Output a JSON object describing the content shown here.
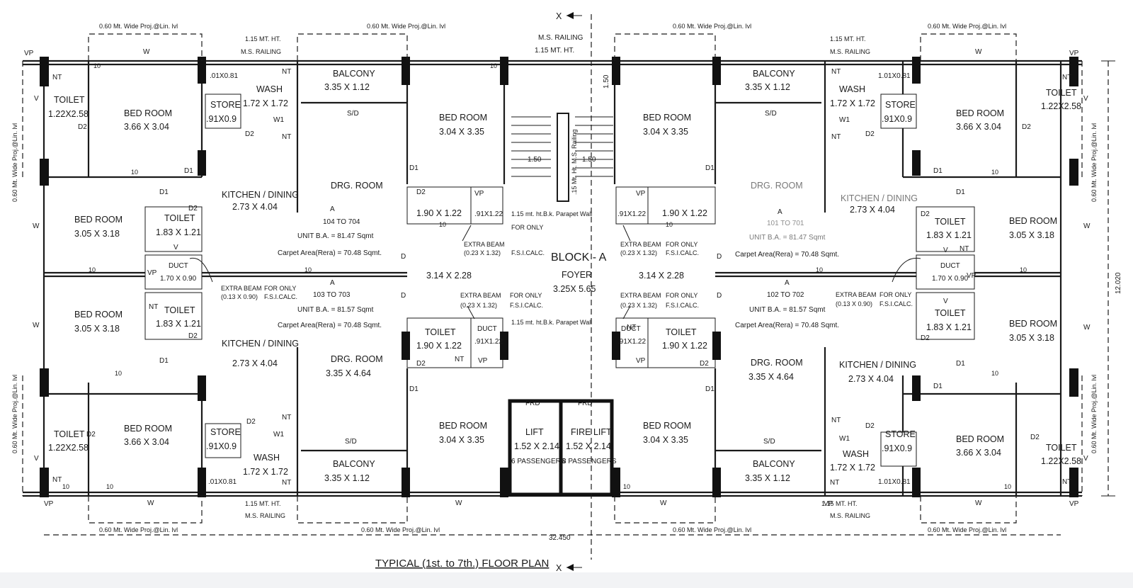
{
  "title": "TYPICAL (1st. to 7th.) FLOOR PLAN",
  "overall_width_dim": "32.450",
  "overall_depth_dim": "12.020",
  "section_marker": "X",
  "block": {
    "name": "BLOCK - A",
    "foyer_label": "FOYER",
    "foyer_size": "3.25X 5.65",
    "lobby_size": "3.14 X 2.28"
  },
  "core": {
    "lift_label": "LIFT",
    "lift_size": "1.52 X 2.14",
    "lift_capacity": "6 PASSENGERS",
    "fire_lift_label": "FIRE LIFT",
    "fire_lift_size": "1.52 X 2.14",
    "fire_lift_capacity": "8 PASSENGERS",
    "frd": "FRD",
    "stair_railing": ".15 Mt. Ht. M.S. Railing",
    "stair_dim": "1.50",
    "ms_railing_top": "M.S. RAILING",
    "ms_railing_top_ht": "1.15 MT. HT.",
    "parapet_upper": "1.15 mt. ht.B.k. Parapet Wall",
    "parapet_lower": "1.15 mt. ht.B.k. Parapet Wall",
    "top_dim": "1.50"
  },
  "labels": {
    "bed_room": "BED ROOM",
    "toilet": "TOILET",
    "kitchen": "KITCHEN / DINING",
    "drg_room": "DRG. ROOM",
    "balcony": "BALCONY",
    "store": "STORE",
    "wash": "WASH",
    "duct": "DUCT",
    "proj": "0.60 Mt. Wide Proj.@Lin. lvl",
    "railing_ht": "1.15 MT. HT.",
    "railing": "M.S. RAILING",
    "extra_beam": "EXTRA BEAM",
    "for_only": "FOR ONLY",
    "fsi": "F.S.I.CALC.",
    "w": "W",
    "w1": "W1",
    "d1": "D1",
    "d2": "D2",
    "d": "D",
    "v": "V",
    "vp": "VP",
    "nt": "NT",
    "sd": "S/D",
    "ten": "10"
  },
  "sizes": {
    "toilet_corner": "1.22X2.58",
    "bed_corner": "3.66 X 3.04",
    "store": ".91X0.9",
    "wash": "1.72 X 1.72",
    "balcony": "3.35 X 1.12",
    "bed_center": "3.04 X 3.35",
    "bed_mid": "3.05 X 3.18",
    "toilet_mid": "1.83 X 1.21",
    "duct_mid": "1.70 X 0.90",
    "kitchen": "2.73 X 4.04",
    "drg": "3.35 X 4.64",
    "toilet_core": "1.90 X 1.22",
    "duct_core": ".91X1.22",
    "opening": ".01X0.81",
    "opening2": "1.01X0.81",
    "beam_a": "(0.13 X 0.90)",
    "beam_b": "(0.23 X 1.32)"
  },
  "units": {
    "u704": {
      "label": "104 TO 704",
      "type": "A",
      "ba": "UNIT B.A. = 81.47 Sqmt",
      "carpet": "Carpet Area(Rera) = 70.48 Sqmt."
    },
    "u703": {
      "label": "103 TO 703",
      "type": "A",
      "ba": "UNIT B.A. = 81.57 Sqmt",
      "carpet": "Carpet Area(Rera) = 70.48 Sqmt."
    },
    "u702": {
      "label": "102 TO 702",
      "type": "A",
      "ba": "UNIT B.A. = 81.57 Sqmt",
      "carpet": "Carpet Area(Rera) = 70.48 Sqmt."
    },
    "u701": {
      "label": "101 TO 701",
      "type": "A",
      "ba": "UNIT B.A. = 81.47 Sqmt",
      "carpet": "Carpet Area(Rera) = 70.48 Sqmt."
    }
  }
}
